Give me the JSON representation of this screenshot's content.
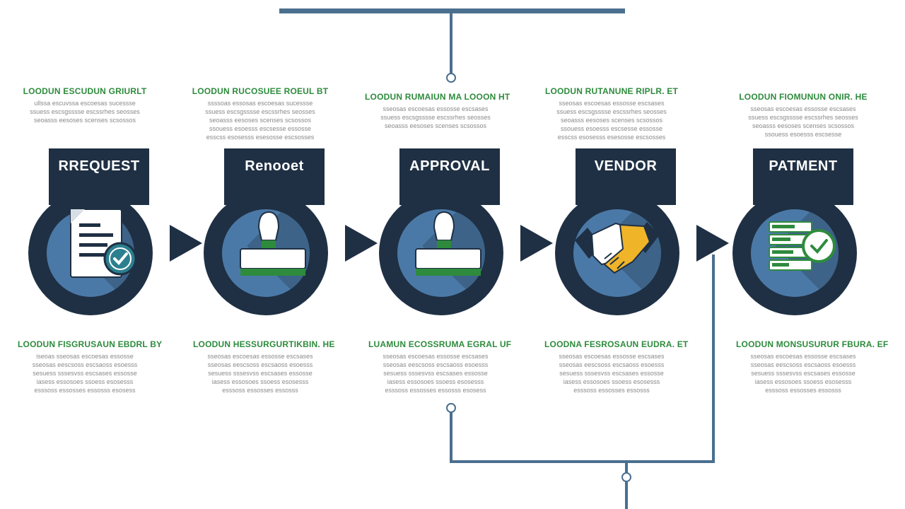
{
  "colors": {
    "navy": "#1f3044",
    "blue": "#4b79a7",
    "line": "#4a6f8f",
    "green": "#2e8b3d",
    "gold": "#f0b429"
  },
  "steps": [
    {
      "label": "RREQUEST",
      "icon": "document-check-icon",
      "top_heading": "LOODUN ESCUDUN GRIURLT",
      "top_body": [
        "ullssa escuvssa escoesas sucessse",
        "ssuess escsgsssse escssrhes seosses",
        "seoasss eesoses scenses scsossos"
      ],
      "bottom_heading": "LOODUN FISGRUSAUN EBDRL BY",
      "bottom_body": [
        "iseoas sseosas escoesas essosse",
        "sseosas eescsoss escsaoss esoesss",
        "sesuess sssesvss escsases essosse",
        "iasess essosoes ssoess esosesss",
        "esssoss essosses essosss esosess"
      ]
    },
    {
      "label": "Renooet",
      "icon": "stamp-icon",
      "top_heading": "LOODUN RUCOSUEE ROEUL BT",
      "top_body": [
        "ssssoas essosas escoesas sucessse",
        "ssuess escsgsssse escssrhes seosses",
        "seoasss eesoses scenses scsossos",
        "ssouess esoesss escsesse essosse",
        "esscss esosesss esesosse escsosses"
      ],
      "bottom_heading": "LOODUN HESSURGURTIKBIN. HE",
      "bottom_body": [
        "sseosas escoesas essosse escsases",
        "sseosas eescsoss escsaoss esoesss",
        "sesuess sssesvss escsases essosse",
        "iasess essosoes ssoess esosesss",
        "esssoss essosses essosss"
      ]
    },
    {
      "label": "APPROVAL",
      "icon": "stamp-icon",
      "top_heading": "LOODUN RUMAIUN MA LOOON HT",
      "top_body": [
        "sseosas escoesas essosse escsases",
        "ssuess escsgsssse escssrhes seosses",
        "seoasss eesoses scenses scsossos"
      ],
      "bottom_heading": "LUAMUN ECOSSRUMA EGRAL UF",
      "bottom_body": [
        "sseosas escoesas essosse escsases",
        "sseosas eescsoss escsaoss esoesss",
        "sesuess sssesvss escsases essosse",
        "iasess essosoes ssoess esosesss",
        "esssoss essosses essosss esosess"
      ]
    },
    {
      "label": "VENDOR",
      "icon": "handshake-icon",
      "top_heading": "LOODUN RUTANUNE RIPLR. ET",
      "top_body": [
        "sseosas escoesas essosse escsases",
        "ssuess escsgsssse escssrhes seosses",
        "seoasss eesoses scenses scsossos",
        "ssouess esoesss escsesse essosse",
        "esscss esosesss esesosse escsosses"
      ],
      "bottom_heading": "LOODNA FESROSAUN EUDRA. ET",
      "bottom_body": [
        "sseosas escoesas essosse escsases",
        "sseosas eescsoss escsaoss esoesss",
        "sesuess sssesvss escsases essosse",
        "iasess essosoes ssoess esosesss",
        "esssoss essosses essosss"
      ]
    },
    {
      "label": "PATMENT",
      "icon": "receipt-check-icon",
      "top_heading": "LOODUN FIOMUNUN ONIR. HE",
      "top_body": [
        "sseosas escoesas essosse escsases",
        "ssuess escsgsssse escssrhes seosses",
        "seoasss eesoses scenses scsossos",
        "ssouess esoesss escsesse"
      ],
      "bottom_heading": "LOODUN MONSUSURUR FBURA. EF",
      "bottom_body": [
        "sseosas escoesas essosse escsases",
        "sseosas eescsoss escsaoss esoesss",
        "sesuess sssesvss escsases essosse",
        "iasess essosoes ssoess esosesss",
        "esssoss essosses essosss"
      ]
    }
  ]
}
